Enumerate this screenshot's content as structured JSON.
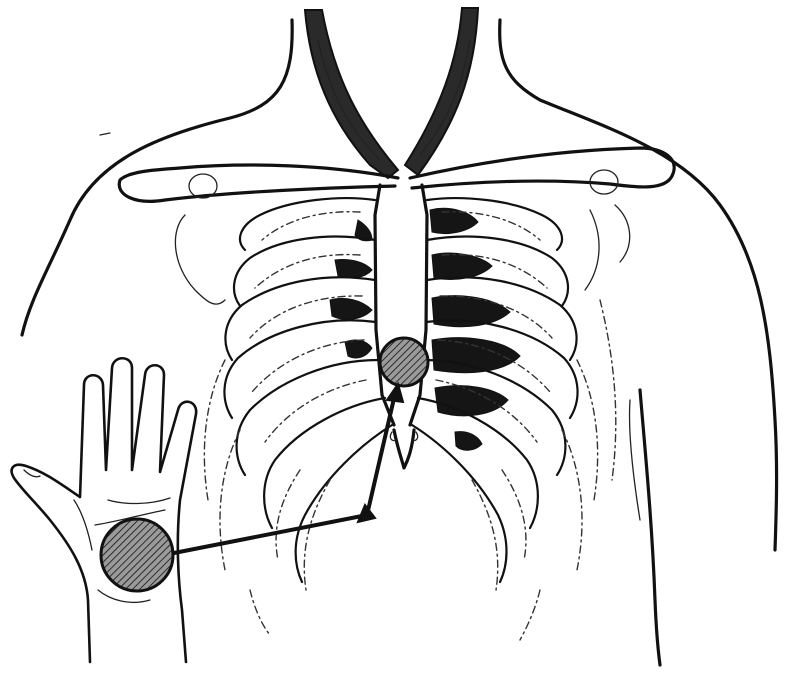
{
  "figure": {
    "colors": {
      "ink": "#111111",
      "background": "#ffffff",
      "marker_fill": "#8a8a8a"
    },
    "icons": [
      "torso-outline",
      "rib-cage",
      "sternum",
      "clavicles",
      "neck-vessels",
      "lung-shadows",
      "xiphoid-process",
      "open-palm",
      "palm-heel-marker",
      "sternum-contact-marker",
      "pointer-arrow"
    ]
  }
}
